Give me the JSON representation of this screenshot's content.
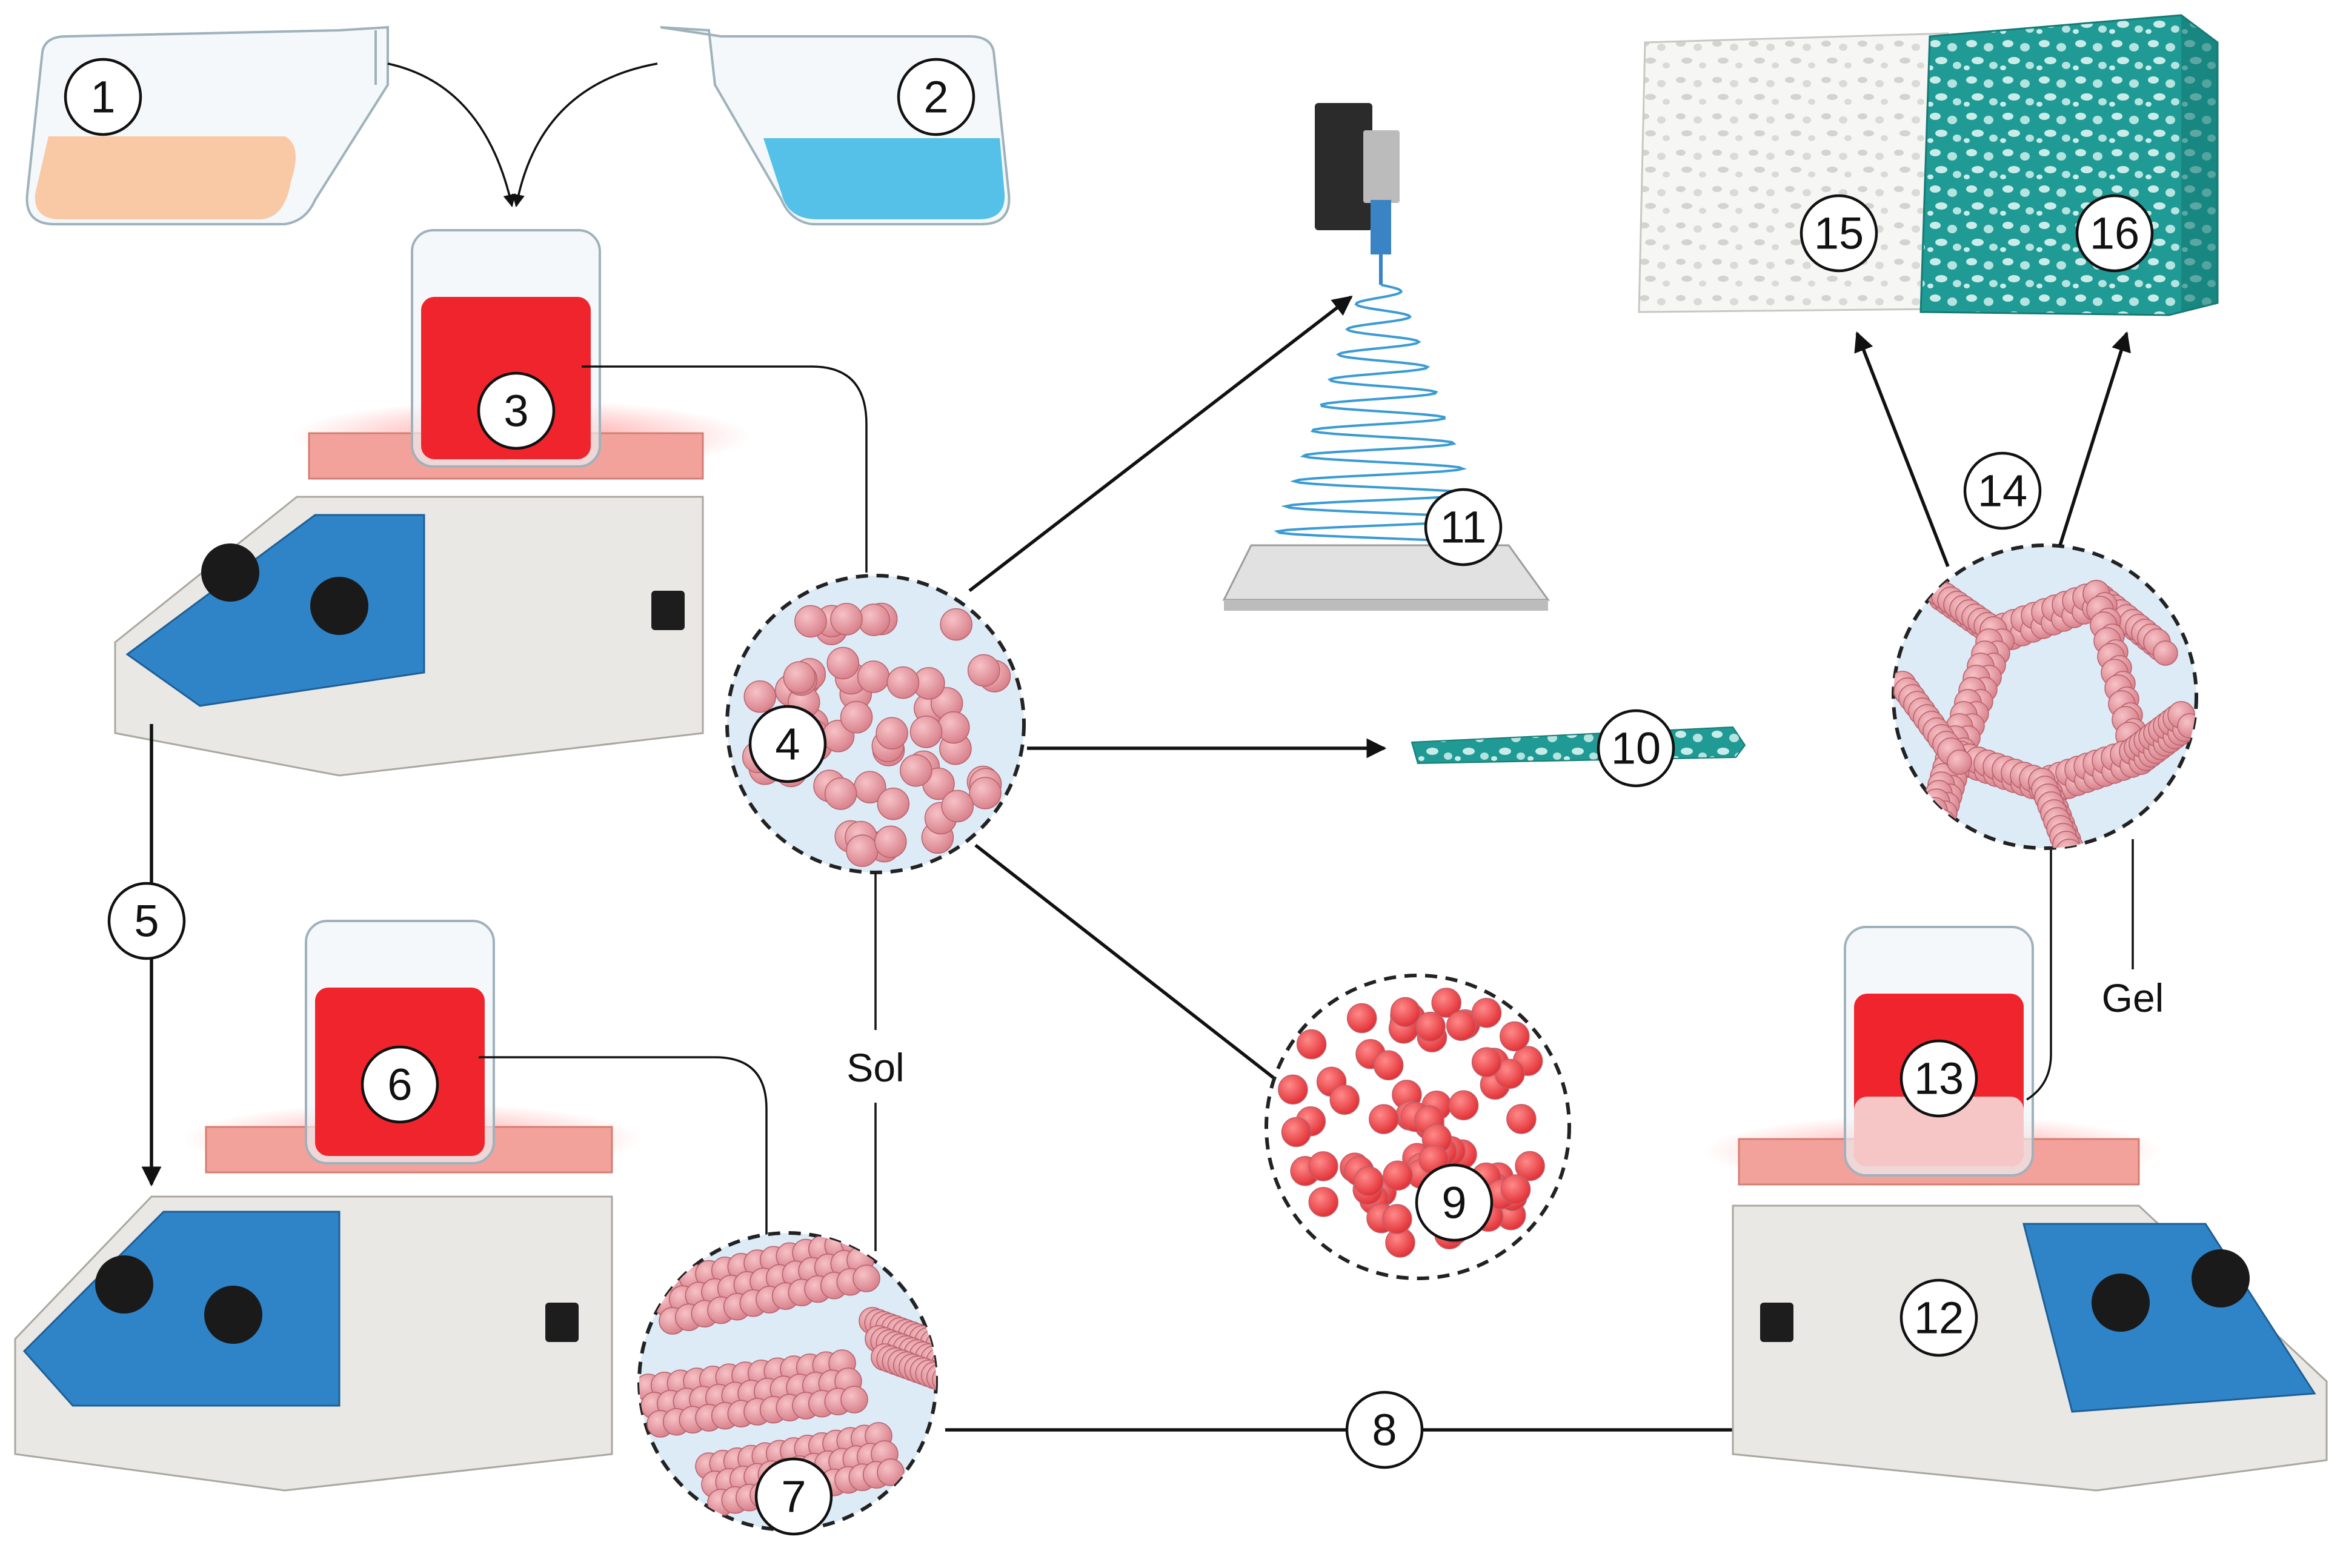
{
  "labels": {
    "sol": "Sol",
    "gel": "Gel"
  },
  "steps": {
    "s1": "1",
    "s2": "2",
    "s3": "3",
    "s4": "4",
    "s5": "5",
    "s6": "6",
    "s7": "7",
    "s8": "8",
    "s9": "9",
    "s10": "10",
    "s11": "11",
    "s12": "12",
    "s13": "13",
    "s14": "14",
    "s15": "15",
    "s16": "16"
  },
  "colors": {
    "flask1_liquid": "#f9c9a5",
    "flask2_liquid": "#55c1e8",
    "solution_red": "#f0242c",
    "particle_pink": "#e4929b",
    "particle_red": "#ee4a4f",
    "aerogel_white": "#f3f3f1",
    "aerogel_teal": "#1f9a94",
    "hotplate_blue": "#2f84c8",
    "magnifier_fill": "#dcebf6"
  },
  "icons": [
    "flask-icon",
    "beaker-icon",
    "hotplate-icon",
    "knob-icon",
    "power-switch-icon",
    "electrospinner-icon",
    "fiber-spiral-icon",
    "thin-film-icon",
    "aerogel-block-icon",
    "magnifier-circle-icon"
  ]
}
